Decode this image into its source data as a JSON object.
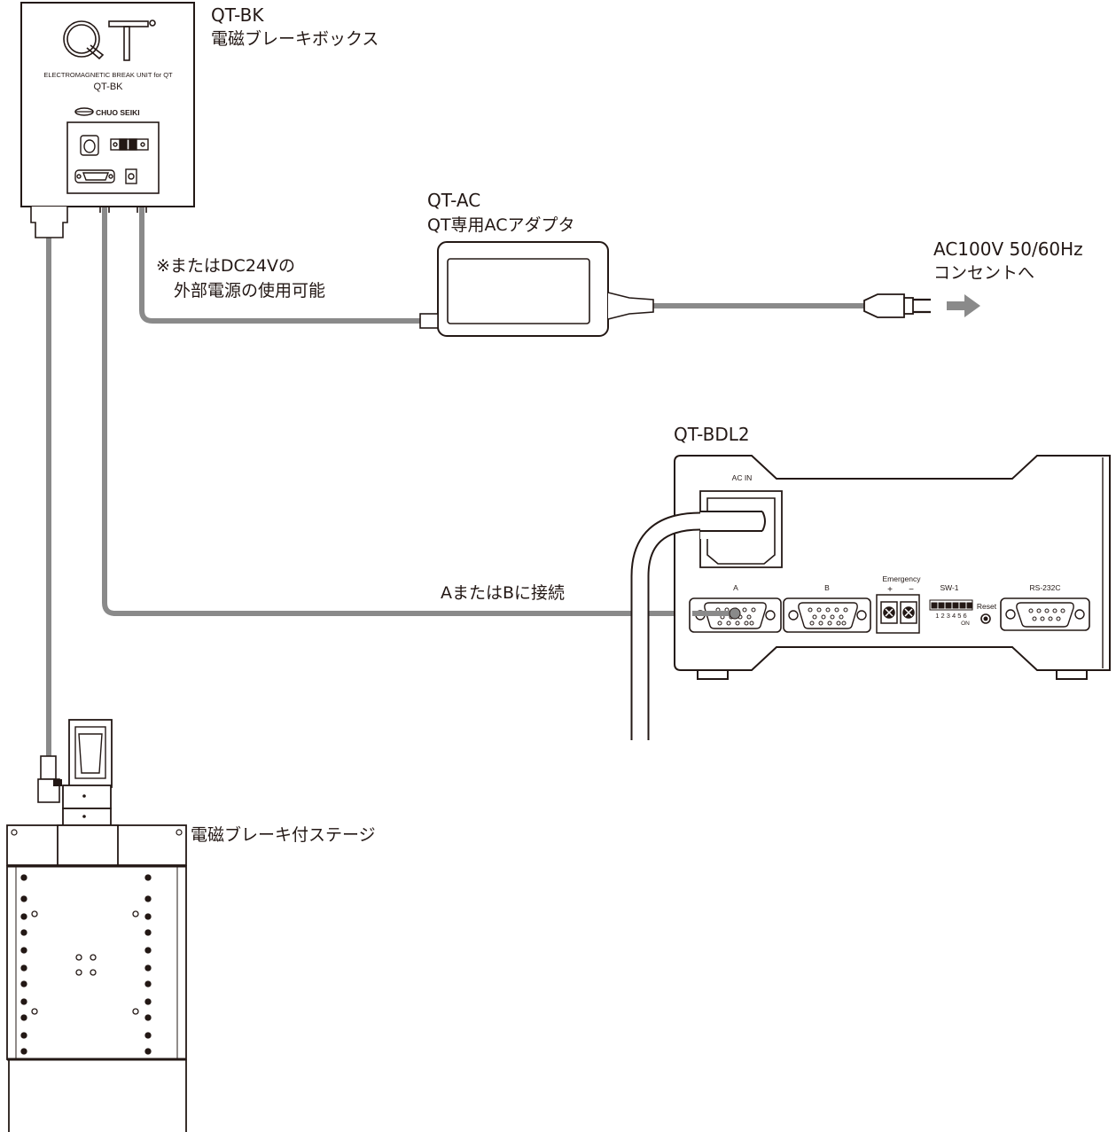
{
  "bk": {
    "model": "QT-BK",
    "name": "電磁ブレーキボックス",
    "panel_logo": "QT",
    "panel_desc": "ELECTROMAGNETIC BREAK UNIT for QT",
    "panel_model": "QT-BK",
    "panel_maker": "CHUO SEIKI"
  },
  "ac": {
    "model": "QT-AC",
    "name": "QT専用ACアダプタ"
  },
  "power": {
    "line1": "AC100V 50/60Hz",
    "line2": "コンセントへ"
  },
  "note": {
    "line1": "※またはDC24Vの",
    "line2": "外部電源の使用可能"
  },
  "bdl": {
    "model": "QT-BDL2",
    "ac_in": "AC IN",
    "port_a": "A",
    "port_b": "B",
    "emergency": "Emergency",
    "plus": "+",
    "minus": "−",
    "sw": "SW-1",
    "sw_numbers": "1 2 3 4 5 6",
    "sw_on": "ON",
    "reset": "Reset",
    "rs232c": "RS-232C"
  },
  "connect": {
    "label": "AまたはBに接続"
  },
  "stage": {
    "name": "電磁ブレーキ付ステージ"
  },
  "colors": {
    "line": "#231815",
    "cable": "#8a8a8a"
  }
}
